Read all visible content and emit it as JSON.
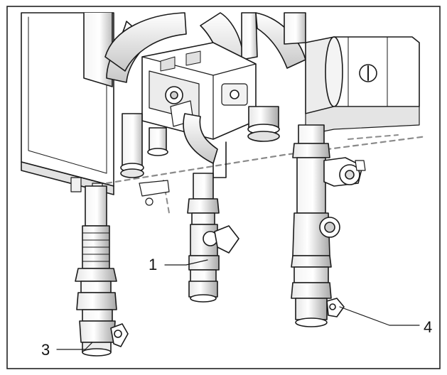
{
  "figure": {
    "callouts": [
      {
        "id": "1",
        "label": "1"
      },
      {
        "id": "3",
        "label": "3"
      },
      {
        "id": "4",
        "label": "4"
      }
    ],
    "colors": {
      "line": "#1a1a1a",
      "fill_light": "#ffffff",
      "fill_shade": "#d9d9d9",
      "dashed_line": "#8a8a8a",
      "frame": "#222222"
    }
  }
}
